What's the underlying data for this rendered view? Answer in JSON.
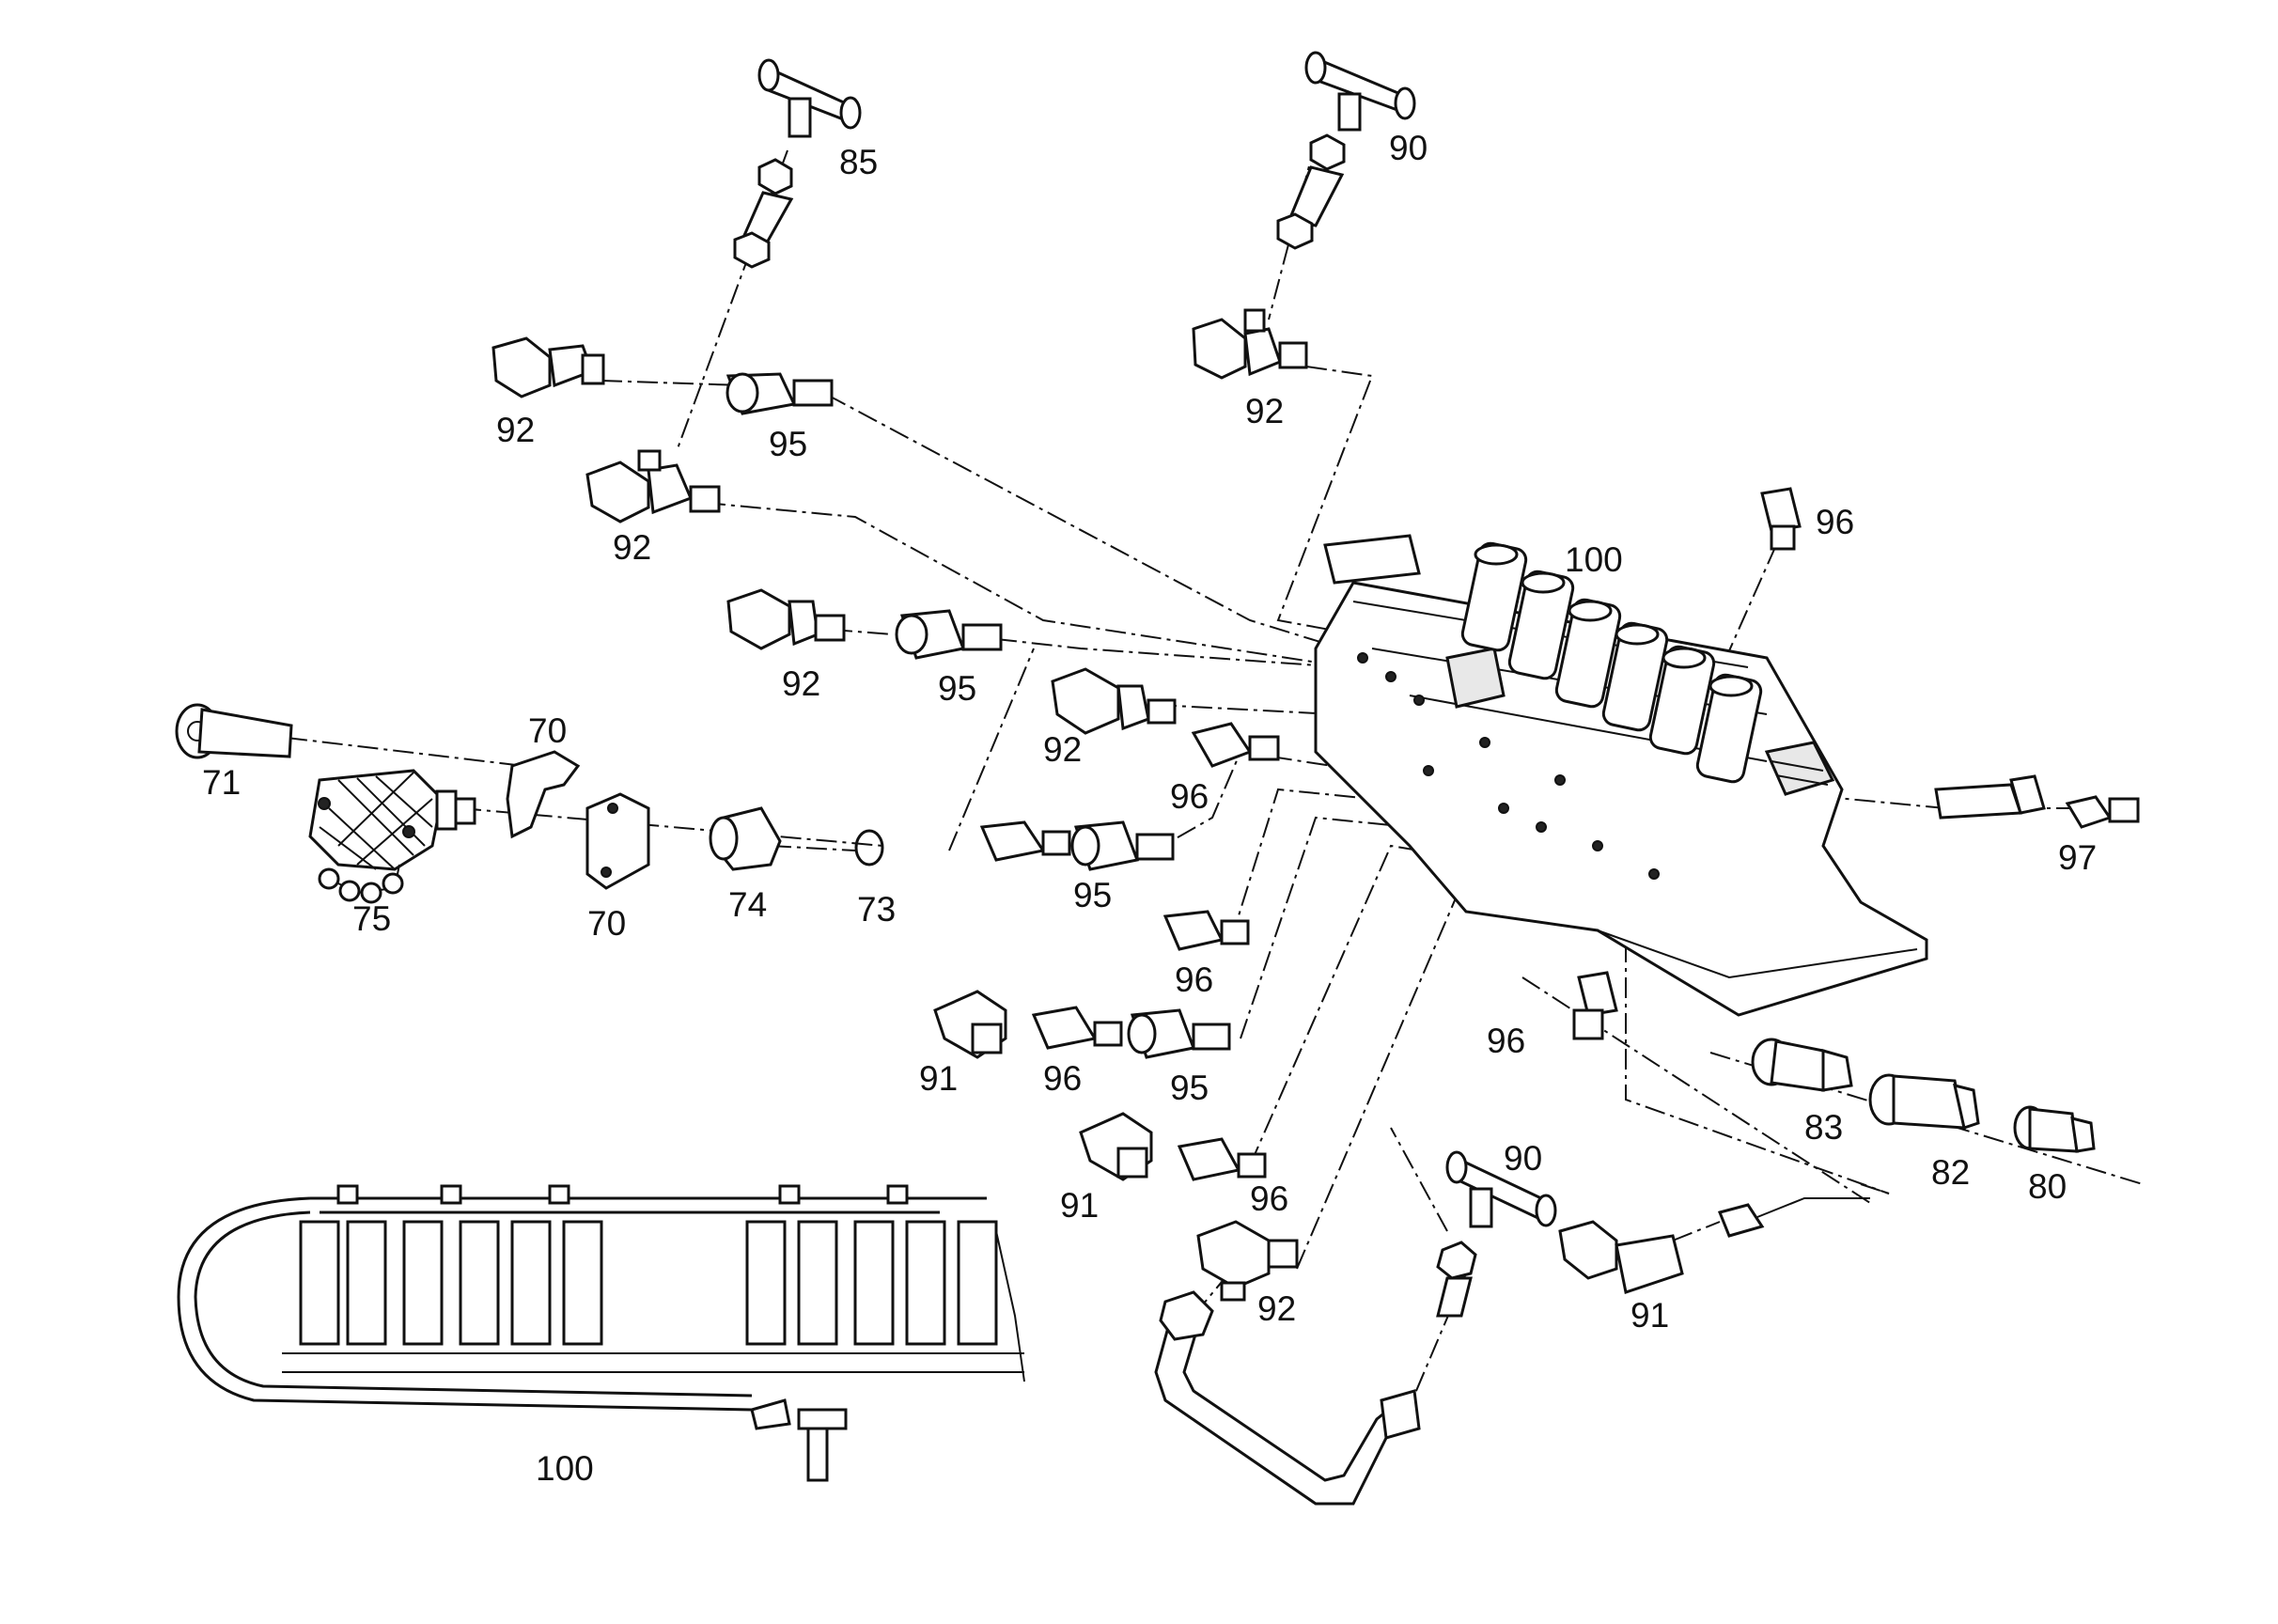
{
  "labels": [
    {
      "id": "85"
    },
    {
      "id": "90"
    },
    {
      "id": "92"
    },
    {
      "id": "95"
    },
    {
      "id": "92"
    },
    {
      "id": "92"
    },
    {
      "id": "96"
    },
    {
      "id": "100"
    },
    {
      "id": "92"
    },
    {
      "id": "95"
    },
    {
      "id": "70"
    },
    {
      "id": "71"
    },
    {
      "id": "92"
    },
    {
      "id": "96"
    },
    {
      "id": "95"
    },
    {
      "id": "75"
    },
    {
      "id": "70"
    },
    {
      "id": "74"
    },
    {
      "id": "73"
    },
    {
      "id": "97"
    },
    {
      "id": "96"
    },
    {
      "id": "96"
    },
    {
      "id": "91"
    },
    {
      "id": "96"
    },
    {
      "id": "95"
    },
    {
      "id": "83"
    },
    {
      "id": "82"
    },
    {
      "id": "80"
    },
    {
      "id": "90"
    },
    {
      "id": "91"
    },
    {
      "id": "96"
    },
    {
      "id": "92"
    },
    {
      "id": "91"
    },
    {
      "id": "100"
    }
  ]
}
